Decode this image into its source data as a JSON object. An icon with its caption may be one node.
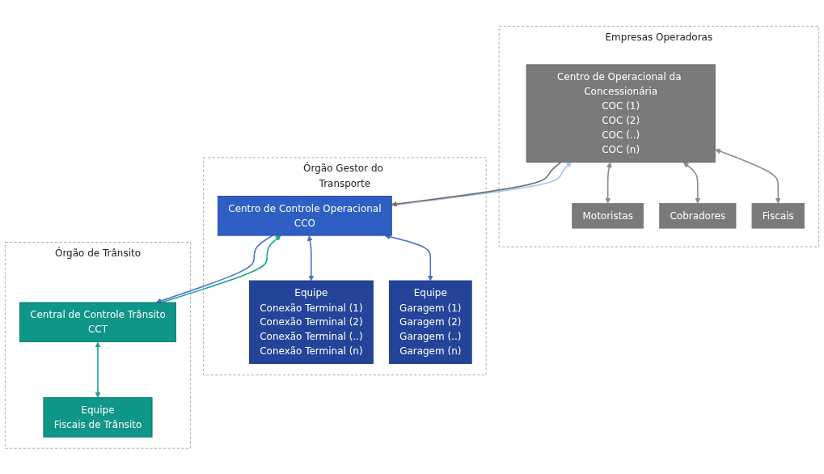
{
  "diagram": {
    "nodes": [
      {
        "text": [
          "Órgão de Trânsito"
        ]
      },
      {
        "text": [
          "Central de Controle Trânsito",
          "CCT"
        ],
        "in": 0
      },
      {
        "text": [
          "Equipe",
          "Fiscais de Trânsito"
        ],
        "in": 0
      },
      {
        "text": [
          "Órgão Gestor do Transporte"
        ]
      },
      {
        "text": [
          "Centro de Controle Operacional",
          "CCO"
        ],
        "in": 3
      },
      {
        "text": [
          "Equipe",
          "Conexão Terminal (1)",
          "Conexão Terminal (2)",
          "Conexão Terminal (..)",
          "Conexão Terminal (n)"
        ],
        "in": 3
      },
      {
        "text": [
          "Equipe",
          "Garagem (1)",
          "Garagem (2)",
          "Garagem (..)",
          "Garagem (n)"
        ],
        "in": 3
      },
      {
        "text": [
          "Empresas Operadoras"
        ]
      },
      {
        "text": [
          "Centro de Operacional da Concessionária",
          "COC (1)",
          "COC (2)",
          "COC (..)",
          "COC (n)"
        ],
        "in": 7
      },
      {
        "text": [
          "Motoristas"
        ],
        "in": 7
      },
      {
        "text": [
          "Cobradores"
        ],
        "in": 7
      },
      {
        "text": [
          "Fiscais"
        ],
        "in": 7
      }
    ],
    "edges": [
      {
        "from": 1,
        "to": 4,
        "arrow": "to",
        "color": "#16a394"
      },
      {
        "from": 4,
        "to": 1,
        "arrow": "to",
        "color": "#4a6fd0"
      },
      {
        "from": 4,
        "to": 8,
        "arrow": "to",
        "color": "#a8c4ec"
      },
      {
        "from": 8,
        "to": 4,
        "arrow": "to",
        "color": "#707070"
      },
      {
        "from": 1,
        "to": 2,
        "arrow": "both",
        "color": "#16a394"
      },
      {
        "from": 4,
        "to": 5,
        "arrow": "both",
        "color": "#4a6fd0"
      },
      {
        "from": 4,
        "to": 6,
        "arrow": "both",
        "color": "#4a6fd0"
      },
      {
        "from": 8,
        "to": 9,
        "arrow": "both",
        "color": "#8c8c8c"
      },
      {
        "from": 8,
        "to": 10,
        "arrow": "both",
        "color": "#8c8c8c"
      },
      {
        "from": 8,
        "to": 11,
        "arrow": "both",
        "color": "#8c8c8c"
      }
    ]
  }
}
